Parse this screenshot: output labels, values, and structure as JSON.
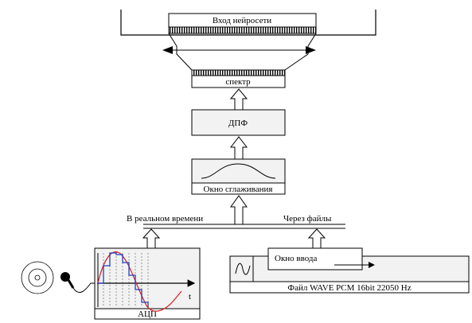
{
  "blocks": {
    "network_input": "Вход нейросети",
    "spectrum": "спектр",
    "dft": "ДПФ",
    "smoothing_window": "Окно сглаживания",
    "adc": "АЦП",
    "input_window": "Окно ввода",
    "wave_file": "Файл WAVE  PCM 16bit 22050 Hz"
  },
  "branches": {
    "realtime": "В реальном времени",
    "files": "Через файлы"
  },
  "axes": {
    "time": "t"
  },
  "colors": {
    "line": "#000000",
    "block_fill": "#f2f2f2",
    "signal_analog": "#d62828",
    "signal_sampled": "#1f3fbf",
    "sample_lines": "#808080"
  },
  "icons": {
    "microphone": "microphone-icon",
    "sound_source": "speaker-icon",
    "sine_wave": "sine-wave-icon"
  }
}
